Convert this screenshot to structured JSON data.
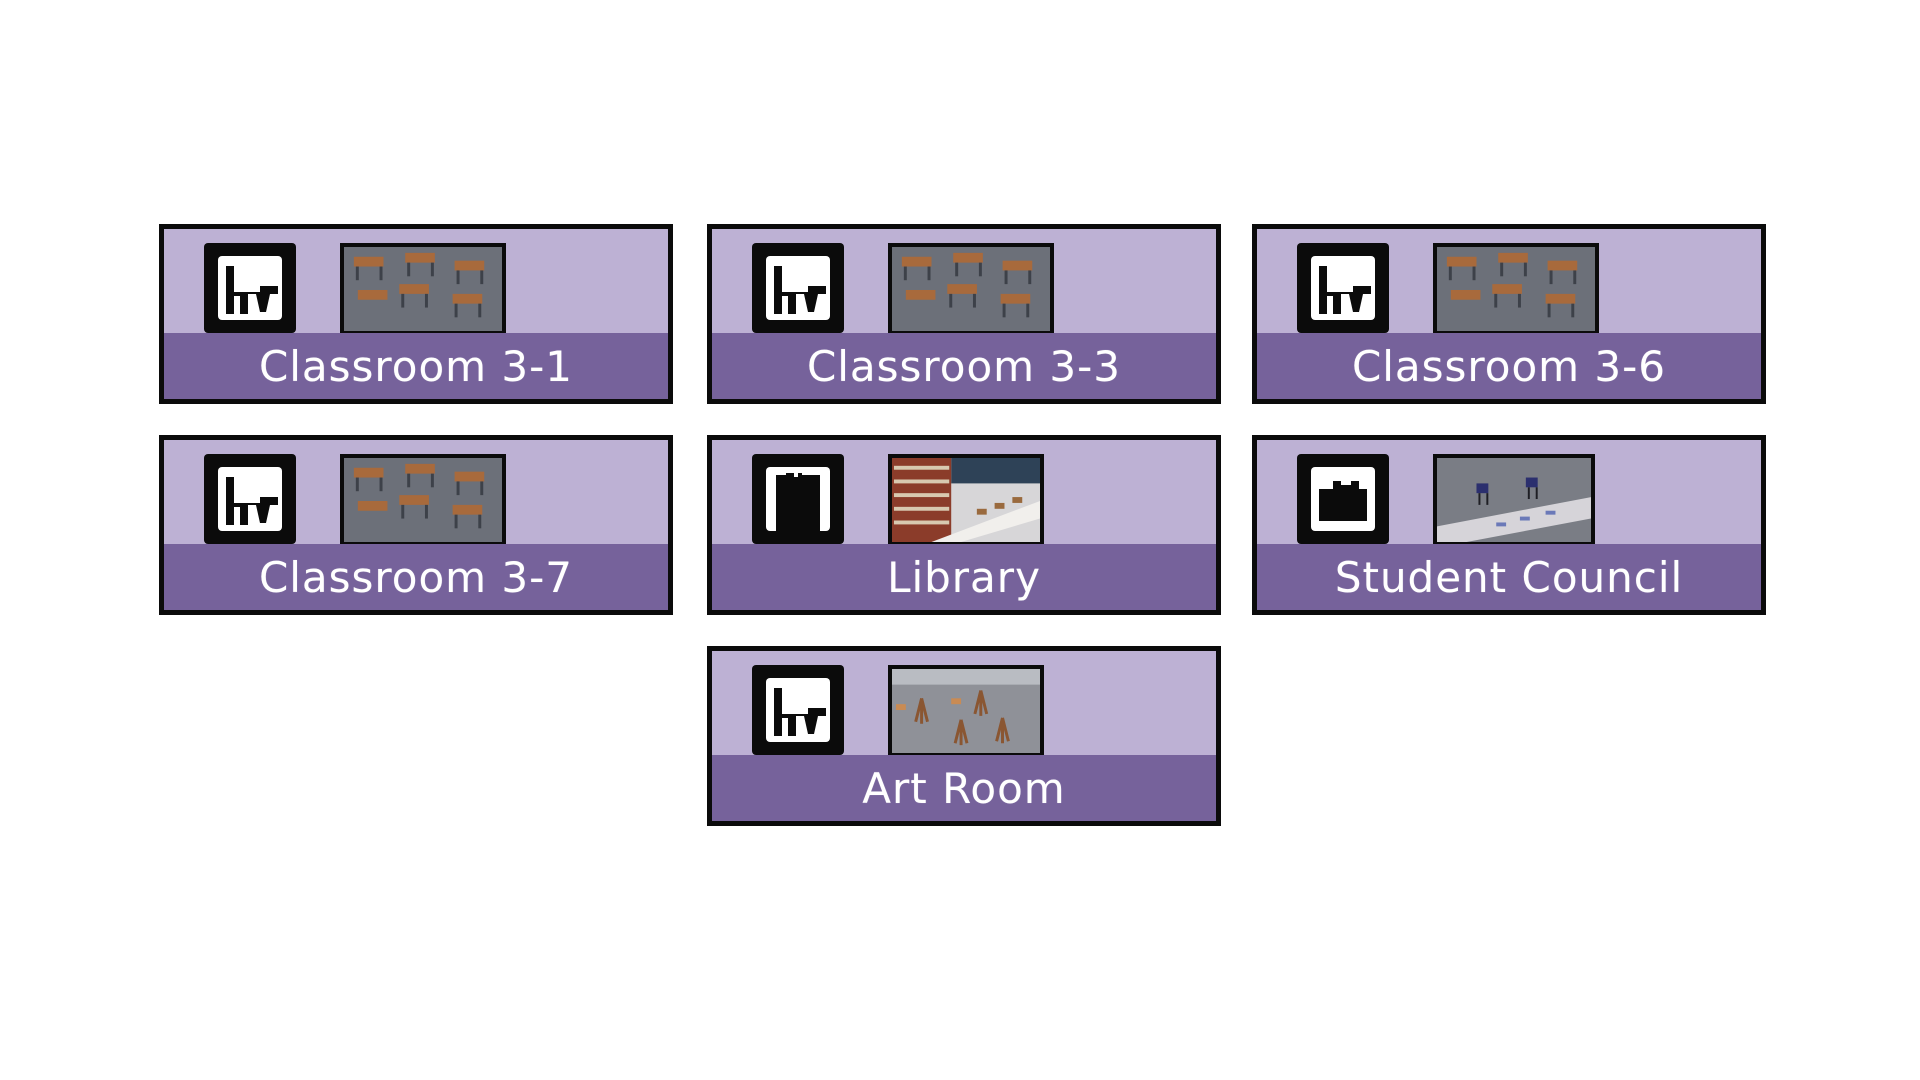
{
  "rooms": [
    {
      "label": "Classroom 3-1",
      "icon": "desk-icon",
      "thumbnail": "classroom-desks"
    },
    {
      "label": "Classroom 3-3",
      "icon": "desk-icon",
      "thumbnail": "classroom-desks"
    },
    {
      "label": "Classroom 3-6",
      "icon": "desk-icon",
      "thumbnail": "classroom-desks"
    },
    {
      "label": "Classroom 3-7",
      "icon": "desk-icon",
      "thumbnail": "classroom-desks"
    },
    {
      "label": "Library",
      "icon": "book-icon",
      "thumbnail": "library-shelves"
    },
    {
      "label": "Student Council",
      "icon": "briefcase-icon",
      "thumbnail": "council-chairs"
    },
    {
      "label": "Art Room",
      "icon": "desk-icon",
      "thumbnail": "art-easels"
    }
  ],
  "colors": {
    "card_top": "#bdb1d4",
    "card_band": "#76629b",
    "border": "#0b0b0b",
    "label_text": "#ffffff"
  }
}
